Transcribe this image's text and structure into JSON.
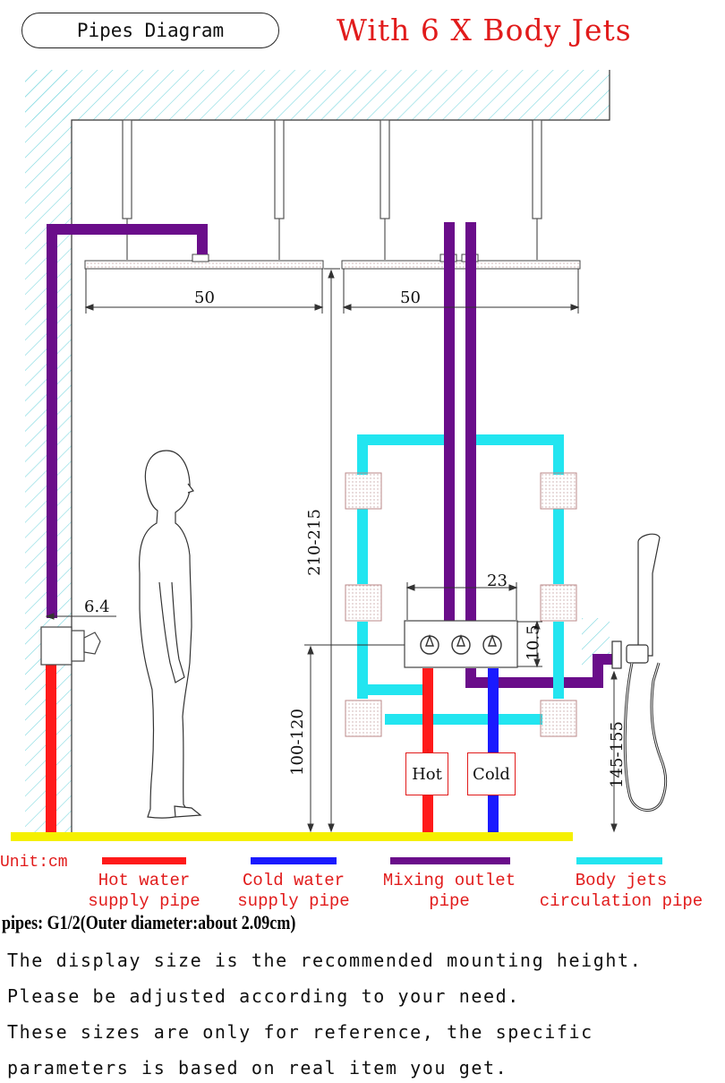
{
  "header": {
    "pill_label": "Pipes Diagram",
    "title": "With 6 X Body Jets"
  },
  "dimensions": {
    "shower_head_left_width": "50",
    "shower_head_right_width": "50",
    "head_height": "210-215",
    "valve_height": "100-120",
    "valve_width": "23",
    "valve_depth": "10.5",
    "handshower_height": "145-155",
    "wall_valve_offset": "6.4"
  },
  "supply_labels": {
    "hot": "Hot",
    "cold": "Cold"
  },
  "unit_label": "Unit:cm",
  "legend": [
    {
      "line1": "Hot water",
      "line2": "supply pipe",
      "color": "#ff1a1a"
    },
    {
      "line1": "Cold water",
      "line2": "supply pipe",
      "color": "#1a1aff"
    },
    {
      "line1": "Mixing outlet",
      "line2": "pipe",
      "color": "#6a0d8a"
    },
    {
      "line1": "Body jets",
      "line2": "circulation pipe",
      "color": "#22e5f0"
    }
  ],
  "pipes_note": "pipes: G1/2(Outer diameter:about 2.09cm)",
  "notes": [
    "The display size is the recommended mounting height.",
    "Please be adjusted according to your need.",
    "These sizes are only for reference, the specific",
    "parameters is based on real item you get."
  ],
  "colors": {
    "hot": "#ff1a1a",
    "cold": "#1a1aff",
    "mixing": "#6a0d8a",
    "body_jets": "#22e5f0",
    "floor": "#f5f000",
    "wall_hatch": "#7fd8e0",
    "title_red": "#e11b1b"
  }
}
